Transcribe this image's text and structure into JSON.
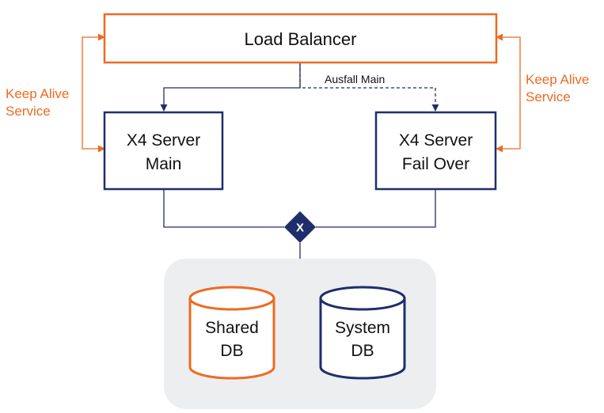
{
  "nodes": {
    "load_balancer": {
      "label": "Load Balancer"
    },
    "server_main": {
      "line1": "X4 Server",
      "line2": "Main"
    },
    "server_failover": {
      "line1": "X4 Server",
      "line2": "Fail Over"
    },
    "gateway": {
      "symbol": "X"
    },
    "shared_db": {
      "line1": "Shared",
      "line2": "DB"
    },
    "system_db": {
      "line1": "System",
      "line2": "DB"
    }
  },
  "edges": {
    "failover_label": "Ausfall Main"
  },
  "side_labels": {
    "left": {
      "line1": "Keep Alive",
      "line2": "Service"
    },
    "right": {
      "line1": "Keep Alive",
      "line2": "Service"
    }
  },
  "colors": {
    "orange": "#ED6B21",
    "navy": "#1F2E6B",
    "db_group_bg": "#EDEEF0"
  }
}
